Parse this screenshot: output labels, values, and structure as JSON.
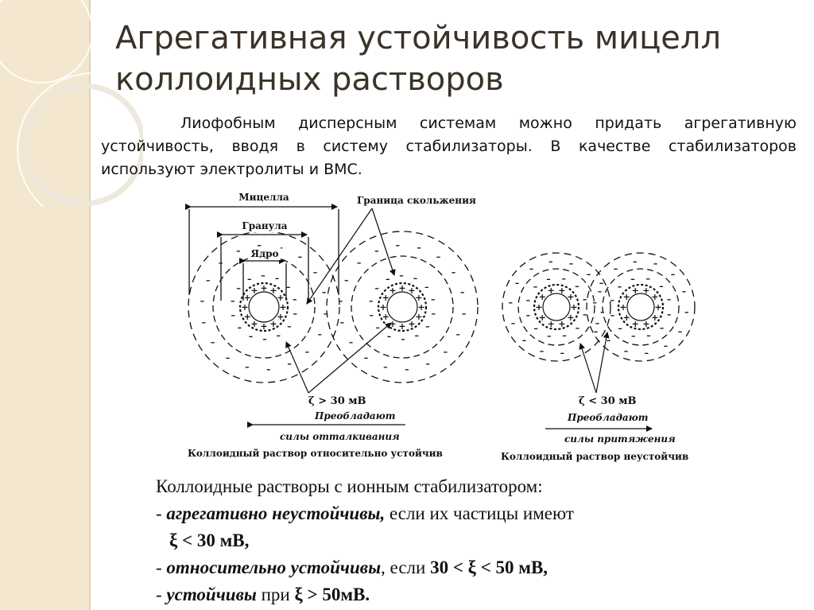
{
  "title": "Агрегативная устойчивость мицелл коллоидных растворов",
  "intro": "Лиофобным дисперсным системам можно придать агрегативную устойчивость, вводя в систему стабилизаторы. В качестве стабилизаторов используют электролиты и ВМС.",
  "diagram": {
    "labels": {
      "micelle": "Мицелла",
      "granule": "Гранула",
      "core": "Ядро",
      "slip_boundary": "Граница скольжения"
    },
    "left": {
      "zeta": "ζ > 30 мВ",
      "prevail": "Преобладают",
      "forces": "силы отталкивания",
      "caption": "Коллоидный раствор относительно устойчив"
    },
    "right": {
      "zeta": "ζ < 30 мВ",
      "prevail": "Преобладают",
      "forces": "силы притяжения",
      "caption": "Коллоидный раствор неустойчив"
    }
  },
  "summary": {
    "heading": "Коллоидные растворы с ионным стабилизатором:",
    "item1_dash": "- ",
    "item1_em": "агрегативно неустойчивы,",
    "item1_rest": " если их частицы имеют",
    "item1_value": "ξ < 30 мВ,",
    "item2_dash": "- ",
    "item2_em": "относительно устойчивы",
    "item2_rest": ", если ",
    "item2_value": "30 < ξ < 50 мВ,",
    "item3_dash": "-  ",
    "item3_em": "устойчивы",
    "item3_rest": " при ",
    "item3_value": "ξ > 50мВ."
  }
}
